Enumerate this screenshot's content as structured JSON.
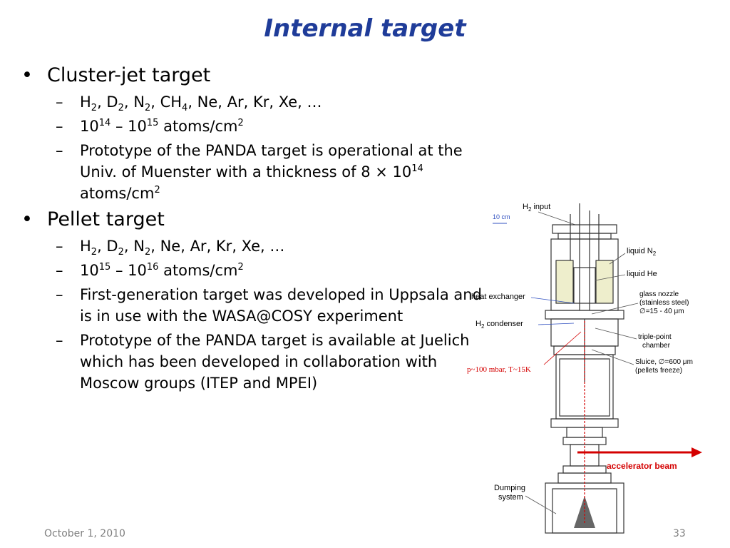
{
  "slide": {
    "title": "Internal target",
    "cluster": {
      "heading": "Cluster-jet target",
      "gases": {
        "p1": "H",
        "s1": "2",
        "p2": ", D",
        "s2": "2",
        "p3": ", N",
        "s3": "2",
        "p4": ", CH",
        "s4": "4",
        "p5": ", Ne, Ar, Kr, Xe, …"
      },
      "density": {
        "b1": "10",
        "e1": "14",
        "mid": " – 10",
        "e2": "15",
        "unit": " atoms/cm",
        "e3": "2"
      },
      "prototype": {
        "line1": "Prototype of the PANDA target is operational at the Univ. of Muenster with a thickness of 8 × 10",
        "e1": "14",
        "unit": " atoms/cm",
        "e2": "2"
      }
    },
    "pellet": {
      "heading": "Pellet target",
      "gases": {
        "p1": "H",
        "s1": "2",
        "p2": ", D",
        "s2": "2",
        "p3": ", N",
        "s3": "2",
        "p4": ", Ne, Ar, Kr, Xe, …"
      },
      "density": {
        "b1": "10",
        "e1": "15",
        "mid": " – 10",
        "e2": "16",
        "unit": " atoms/cm",
        "e3": "2"
      },
      "first_gen": "First-generation target was developed in Uppsala and is in use with the WASA@COSY experiment",
      "prototype": "Prototype of the PANDA target is available at Juelich which has been developed in collaboration with Moscow groups (ITEP and MPEI)"
    },
    "bullet_glyph": "•",
    "dash_glyph": "–",
    "footer": {
      "date": "October 1, 2010",
      "page": "33"
    }
  },
  "figure": {
    "scale": "10 cm",
    "h2_input": "H",
    "h2_input_sub": "2",
    "h2_input_rest": " input",
    "liquid_n2": "liquid N",
    "liquid_n2_sub": "2",
    "liquid_he": "liquid He",
    "heat_exchanger": "heat exchanger",
    "h2_condenser": "H",
    "h2_condenser_sub": "2",
    "h2_condenser_rest": " condenser",
    "glass_nozzle_1": "glass nozzle",
    "glass_nozzle_2": "(stainless steel)",
    "glass_nozzle_3": "∅=15 - 40 μm",
    "triple_point_1": "triple-point",
    "triple_point_2": "chamber",
    "sluice_1": "Sluice,  ∅=600 μm",
    "sluice_2": "(pellets freeze)",
    "pressure": "p~100 mbar, T~15K",
    "accelerator_beam": "accelerator beam",
    "dumping_1": "Dumping",
    "dumping_2": "system",
    "colors": {
      "title": "#1f3c99",
      "beam": "#d40000",
      "diagram_line": "#555555"
    }
  }
}
